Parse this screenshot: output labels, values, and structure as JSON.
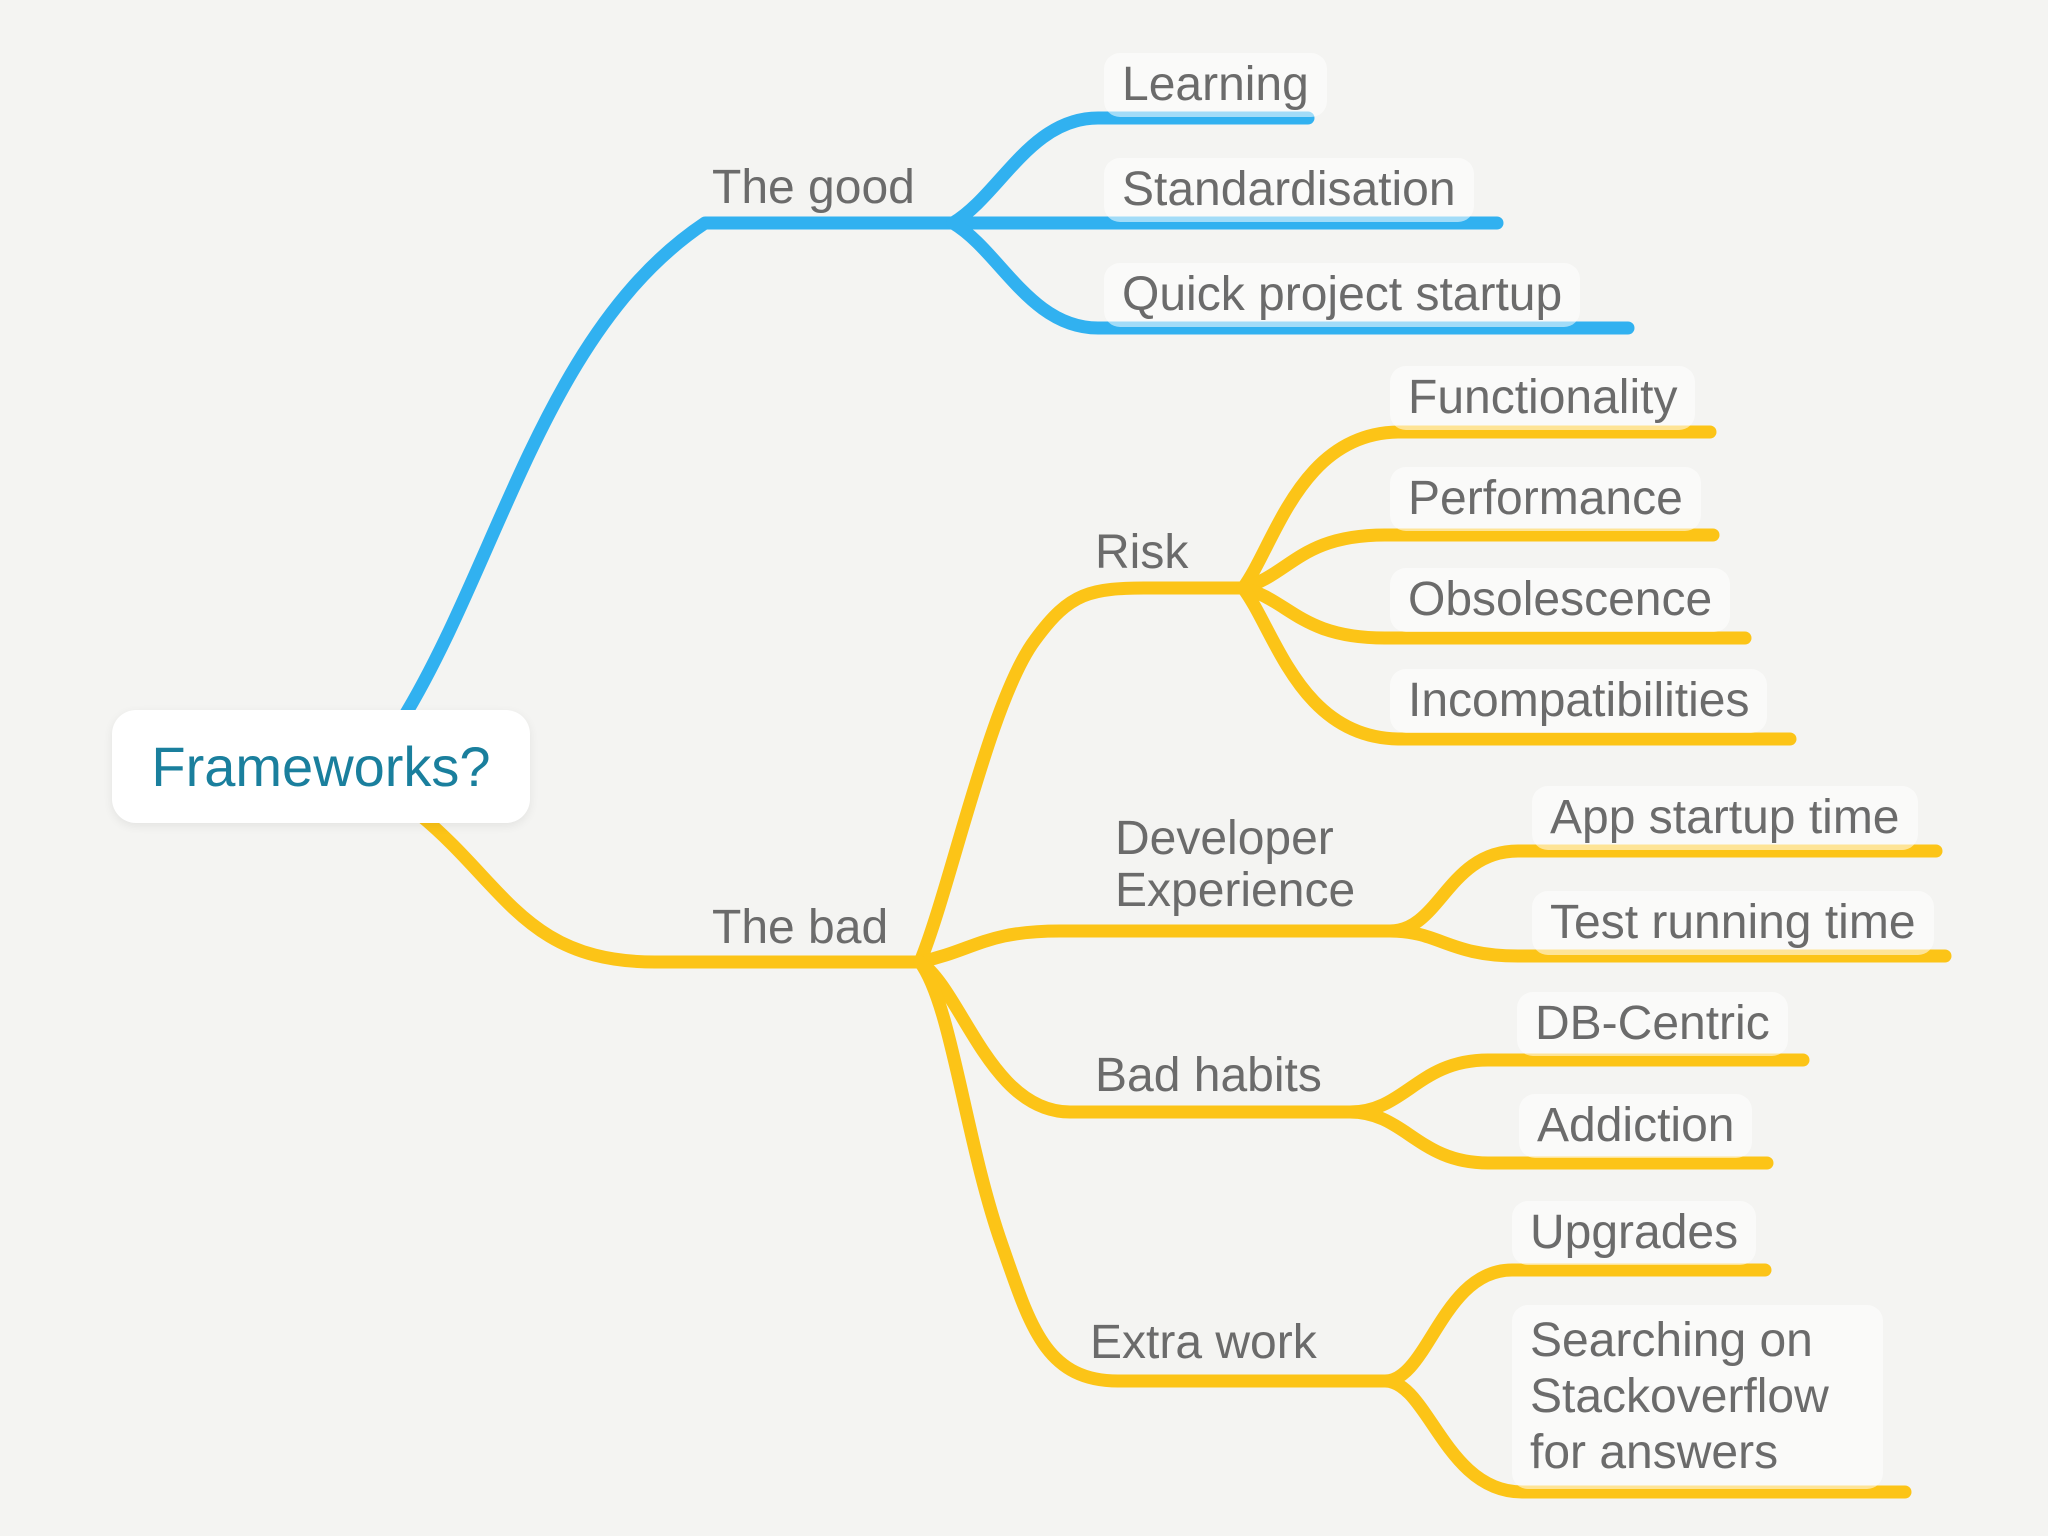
{
  "colors": {
    "background": "#f4f4f2",
    "good_branch": "#31b1f0",
    "bad_branch": "#fcc417",
    "label_text": "#6b6b6b",
    "root_text": "#1a7f9d",
    "root_box": "#ffffff"
  },
  "mindmap": {
    "root": {
      "label": "Frameworks?"
    },
    "branches": [
      {
        "label": "The good",
        "color": "#31b1f0",
        "children": [
          {
            "label": "Learning"
          },
          {
            "label": "Standardisation"
          },
          {
            "label": "Quick project startup"
          }
        ]
      },
      {
        "label": "The bad",
        "color": "#fcc417",
        "children": [
          {
            "label": "Risk",
            "children": [
              {
                "label": "Functionality"
              },
              {
                "label": "Performance"
              },
              {
                "label": "Obsolescence"
              },
              {
                "label": "Incompatibilities"
              }
            ]
          },
          {
            "label": "Developer Experience",
            "children": [
              {
                "label": "App startup time"
              },
              {
                "label": "Test running time"
              }
            ]
          },
          {
            "label": "Bad habits",
            "children": [
              {
                "label": "DB-Centric"
              },
              {
                "label": "Addiction"
              }
            ]
          },
          {
            "label": "Extra work",
            "children": [
              {
                "label": "Upgrades"
              },
              {
                "label": "Searching on Stackoverflow for answers"
              }
            ]
          }
        ]
      }
    ]
  }
}
